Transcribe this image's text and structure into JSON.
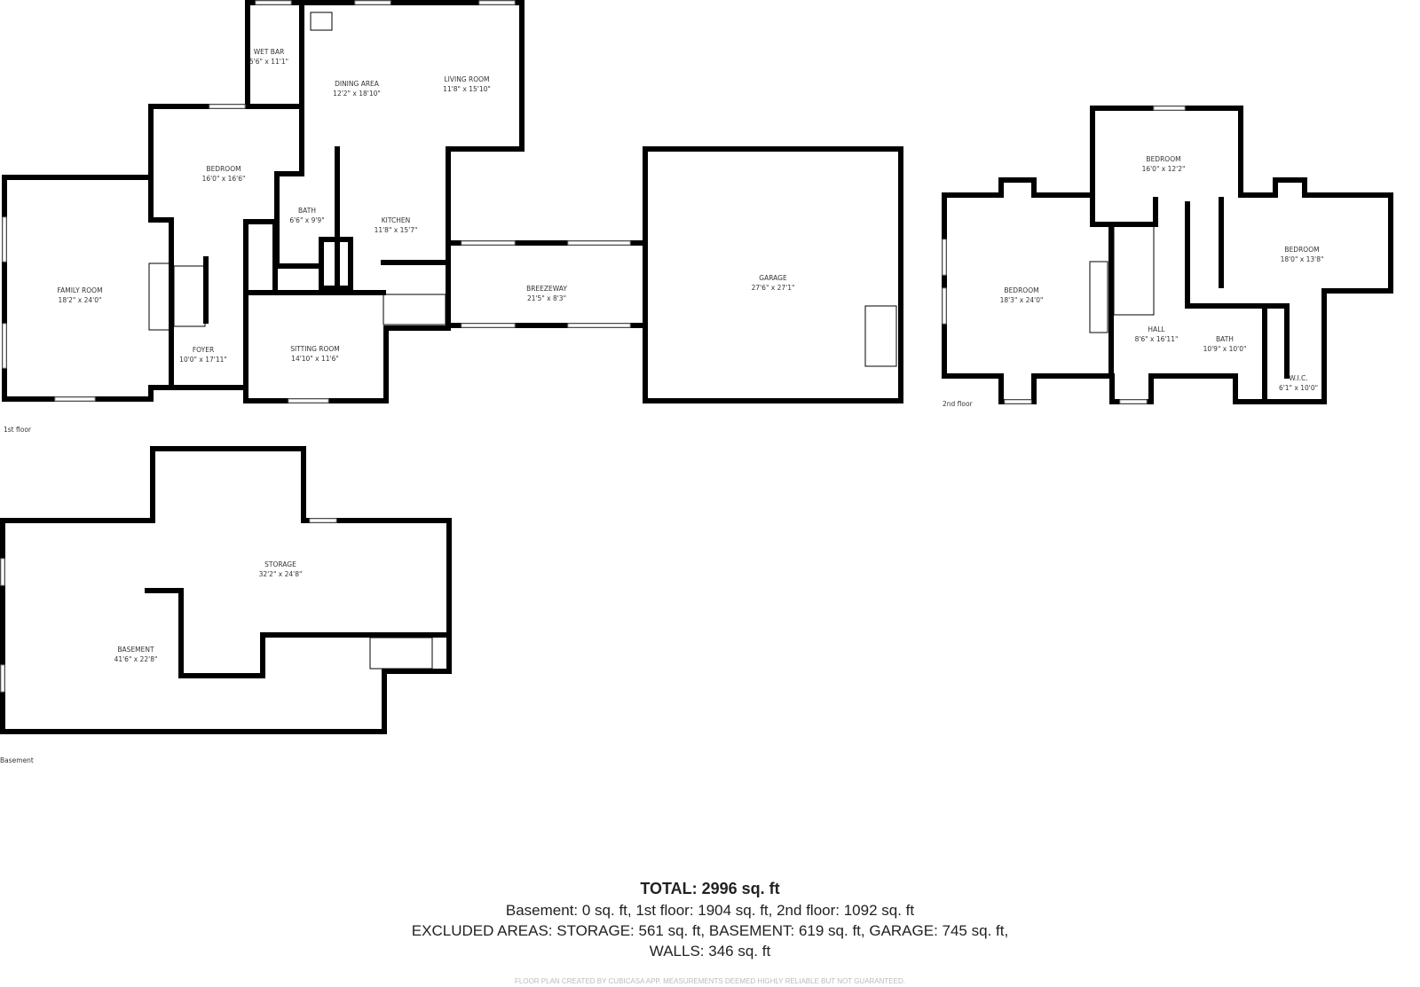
{
  "floors": {
    "first": {
      "label": "1st floor",
      "rooms": [
        {
          "name": "WET BAR",
          "size": "5'6\" x 11'1\""
        },
        {
          "name": "DINING AREA",
          "size": "12'2\" x 18'10\""
        },
        {
          "name": "LIVING ROOM",
          "size": "11'8\" x 15'10\""
        },
        {
          "name": "BEDROOM",
          "size": "16'0\" x 16'6\""
        },
        {
          "name": "BATH",
          "size": "6'6\" x 9'9\""
        },
        {
          "name": "KITCHEN",
          "size": "11'8\" x 15'7\""
        },
        {
          "name": "FAMILY ROOM",
          "size": "18'2\" x 24'0\""
        },
        {
          "name": "FOYER",
          "size": "10'0\" x 17'11\""
        },
        {
          "name": "SITTING ROOM",
          "size": "14'10\" x 11'6\""
        },
        {
          "name": "BREEZEWAY",
          "size": "21'5\" x 8'3\""
        },
        {
          "name": "GARAGE",
          "size": "27'6\" x 27'1\""
        }
      ]
    },
    "second": {
      "label": "2nd floor",
      "rooms": [
        {
          "name": "BEDROOM",
          "size": "16'0\" x 12'2\""
        },
        {
          "name": "BEDROOM",
          "size": "18'3\" x 24'0\""
        },
        {
          "name": "BEDROOM",
          "size": "18'0\" x 13'8\""
        },
        {
          "name": "HALL",
          "size": "8'6\" x 16'11\""
        },
        {
          "name": "BATH",
          "size": "10'9\" x 10'0\""
        },
        {
          "name": "W.I.C.",
          "size": "6'1\" x 10'0\""
        }
      ]
    },
    "basement": {
      "label": "Basement",
      "rooms": [
        {
          "name": "STORAGE",
          "size": "32'2\" x 24'8\""
        },
        {
          "name": "BASEMENT",
          "size": "41'6\" x 22'8\""
        }
      ]
    }
  },
  "summary": {
    "total": "TOTAL: 2996 sq. ft",
    "floors_line": "Basement: 0 sq. ft, 1st floor: 1904 sq. ft, 2nd floor: 1092 sq. ft",
    "excluded_line": "EXCLUDED AREAS: STORAGE: 561 sq. ft, BASEMENT: 619 sq. ft, GARAGE: 745 sq. ft,",
    "walls_line": "WALLS: 346 sq. ft",
    "disclaimer": "FLOOR PLAN CREATED BY CUBICASA APP. MEASUREMENTS DEEMED HIGHLY RELIABLE BUT NOT GUARANTEED."
  }
}
